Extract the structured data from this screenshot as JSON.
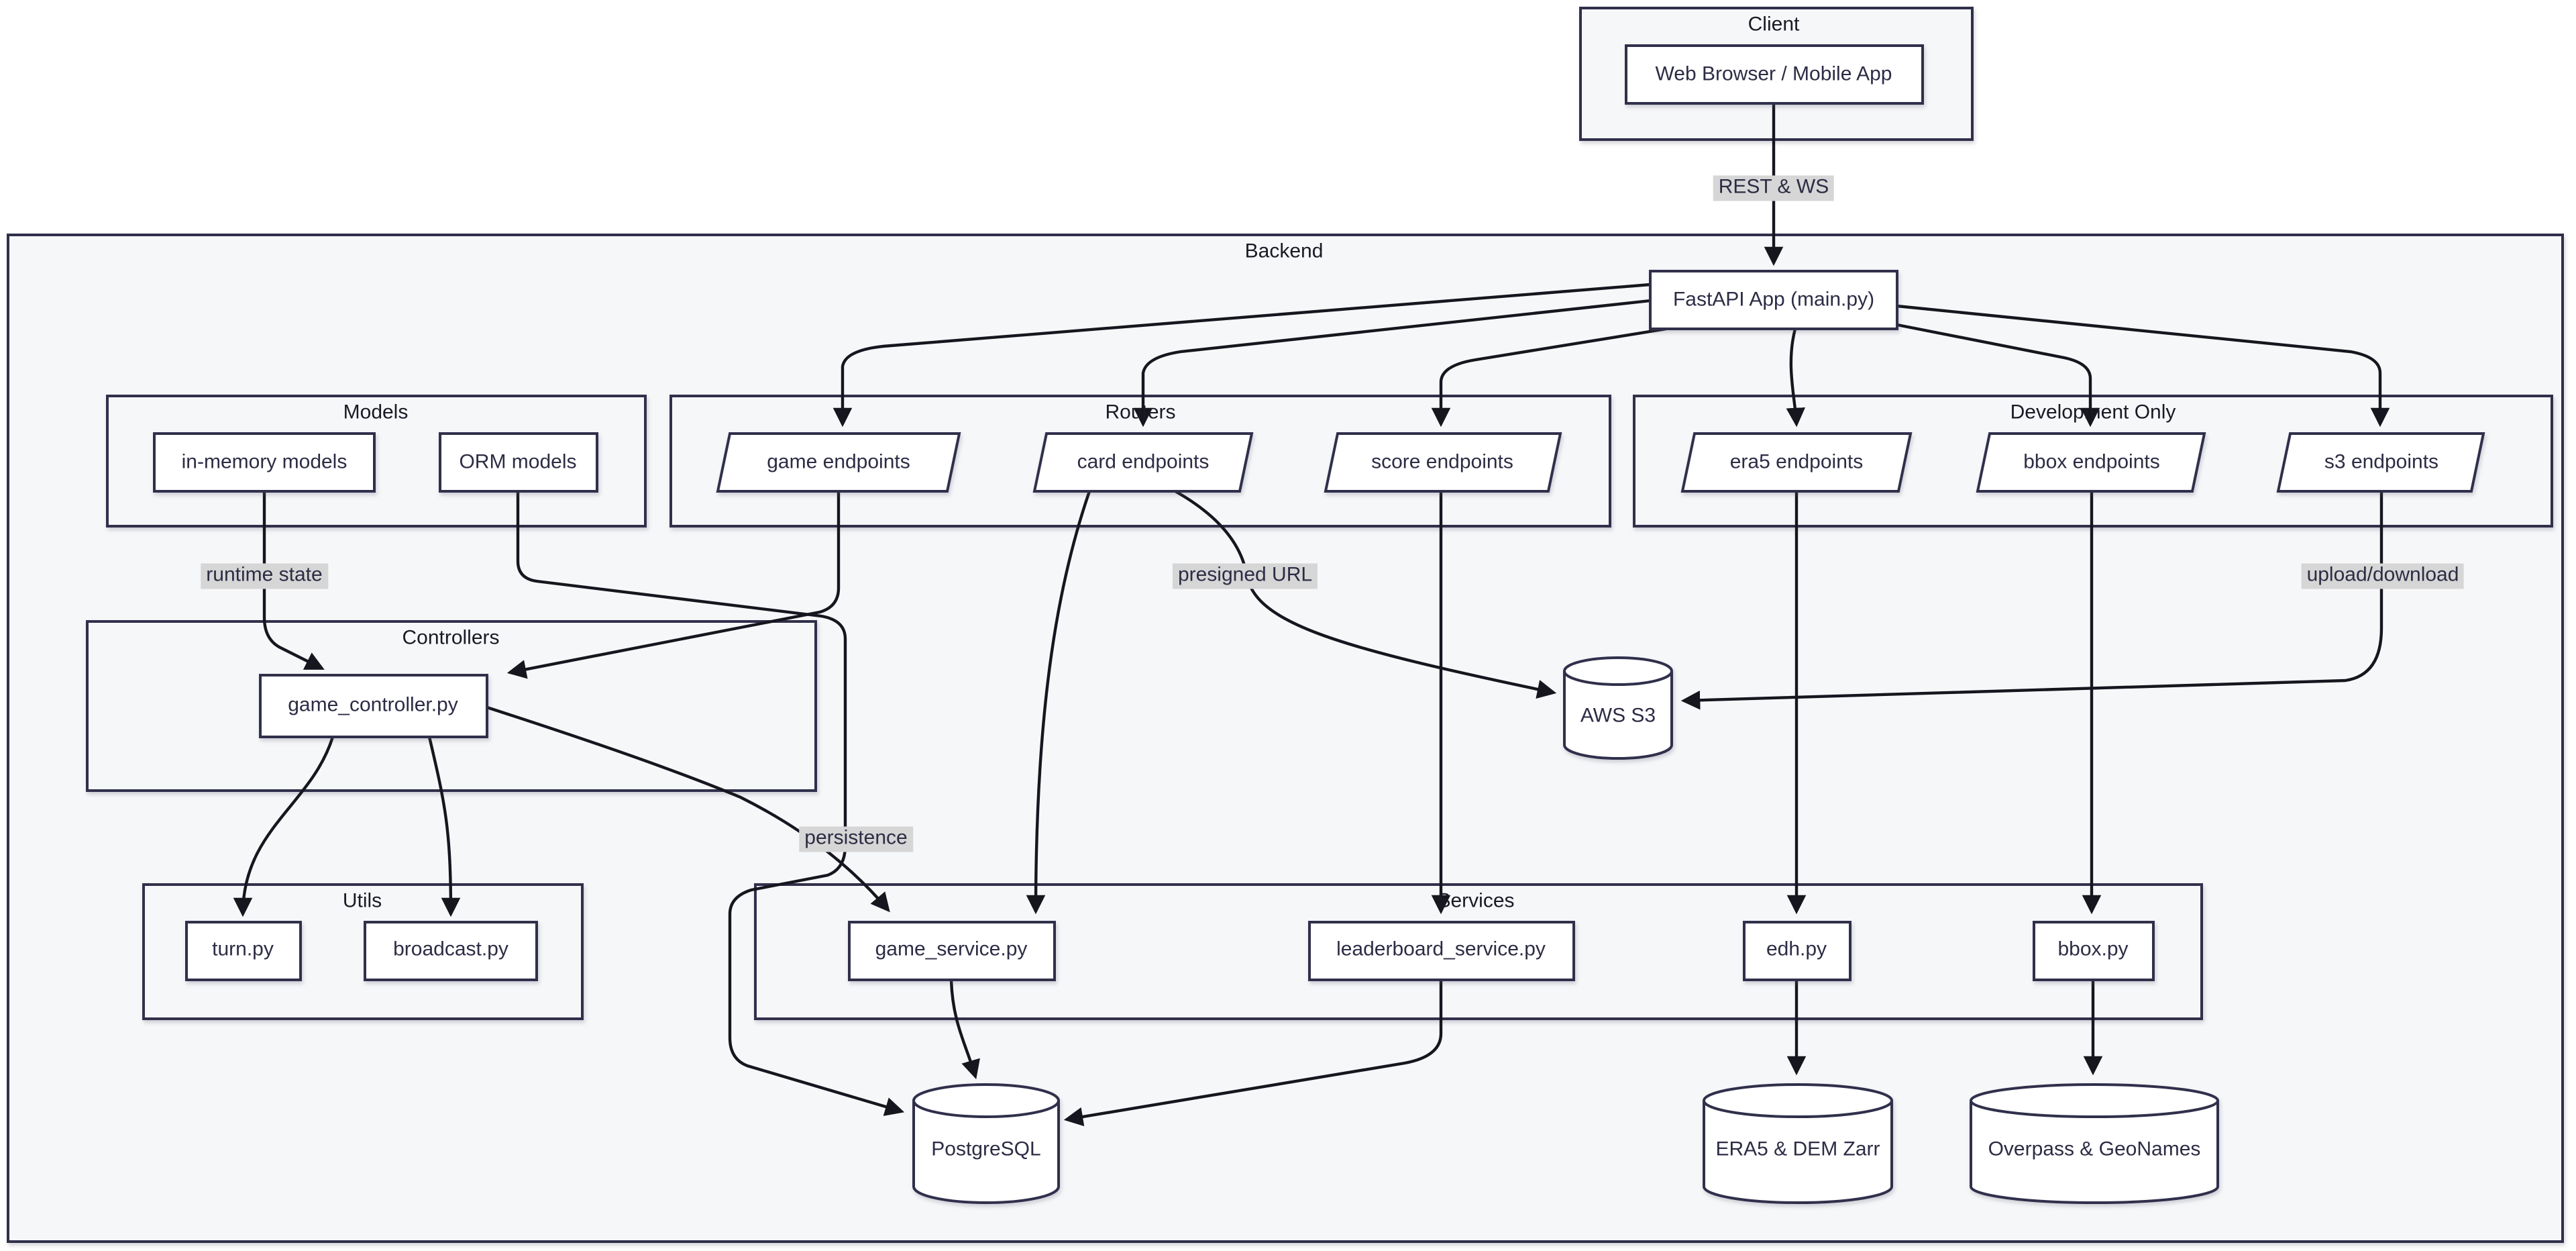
{
  "labels": {
    "client_title": "Client",
    "web_browser": "Web Browser / Mobile App",
    "backend_title": "Backend",
    "fastapi": "FastAPI App (main.py)",
    "models_title": "Models",
    "in_memory": "in-memory models",
    "orm": "ORM models",
    "routers_title": "Routers",
    "game_endpoints": "game endpoints",
    "card_endpoints": "card endpoints",
    "score_endpoints": "score endpoints",
    "dev_title": "Development Only",
    "era5_endpoints": "era5 endpoints",
    "bbox_endpoints": "bbox endpoints",
    "s3_endpoints": "s3 endpoints",
    "controllers_title": "Controllers",
    "game_controller": "game_controller.py",
    "utils_title": "Utils",
    "turn": "turn.py",
    "broadcast": "broadcast.py",
    "services_title": "Services",
    "game_service": "game_service.py",
    "leaderboard_service": "leaderboard_service.py",
    "edh": "edh.py",
    "bbox_py": "bbox.py",
    "aws_s3": "AWS S3",
    "postgresql": "PostgreSQL",
    "era5_zarr": "ERA5 & DEM Zarr",
    "overpass": "Overpass & GeoNames"
  },
  "edge_labels": {
    "rest_ws": "REST & WS",
    "runtime_state": "runtime state",
    "presigned_url": "presigned URL",
    "upload_download": "upload/download",
    "persistence": "persistence"
  },
  "colors": {
    "node_fill": "#ffffff",
    "node_border": "#30304c",
    "subgraph_fill": "#f6f7f9",
    "edge": "#16161f",
    "label_bg": "#d6d6d6",
    "text": "#2c2c45",
    "title": "#1a1a26"
  }
}
